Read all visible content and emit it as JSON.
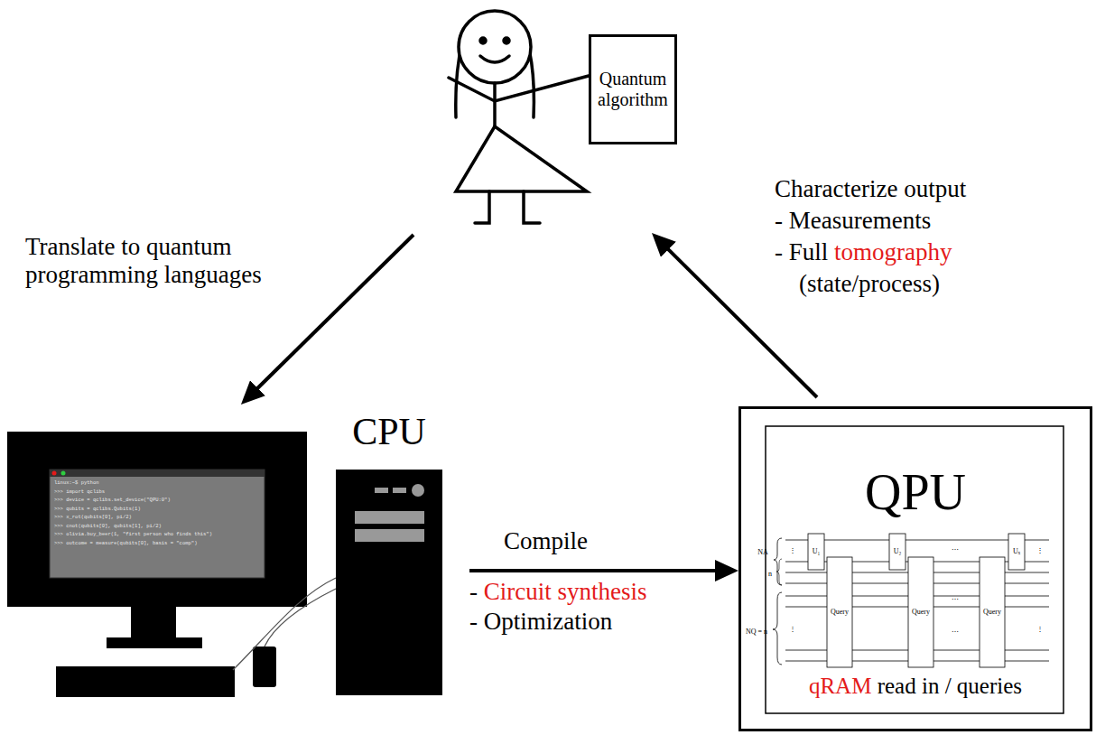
{
  "diagram": {
    "nodes": [
      {
        "text": [
          "Quantum algorithm"
        ]
      },
      {
        "text": [
          "CPU"
        ]
      },
      {
        "text": [
          "QPU",
          "qRAM read in / queries"
        ]
      }
    ],
    "edges": [
      {
        "from": 0,
        "to": 1,
        "arrow": "to",
        "label": "Translate to quantum programming languages"
      },
      {
        "from": 1,
        "to": 2,
        "arrow": "to",
        "label": "Compile"
      },
      {
        "from": 2,
        "to": 0,
        "arrow": "to",
        "label": "Characterize output"
      }
    ],
    "labels": [
      "- Circuit synthesis",
      "- Optimization",
      "- Measurements",
      "- Full tomography",
      "(state/process)",
      "linux:~$ python",
      ">>> import qclibs",
      ">>> device = qclibs.set_device(\"QPU:0\")",
      ">>> qubits = qclibs.Qubits(1)",
      ">>> x_rot(qubits[0], pi/2)",
      ">>> cnot(qubits[0], qubits[1], pi/2)",
      ">>> olivia.buy_beer(1, \"first person who finds this\")",
      ">>> outcome = measure(qubits[0], basis = \"comp\")",
      "NA",
      "n",
      "NQ = n",
      "U₁",
      "U₂",
      "Uₓ",
      "Query",
      "Query",
      "Query",
      "⋮",
      "⋮",
      "⋮",
      "⋮",
      "⋯",
      "⋯",
      "⋯"
    ]
  }
}
